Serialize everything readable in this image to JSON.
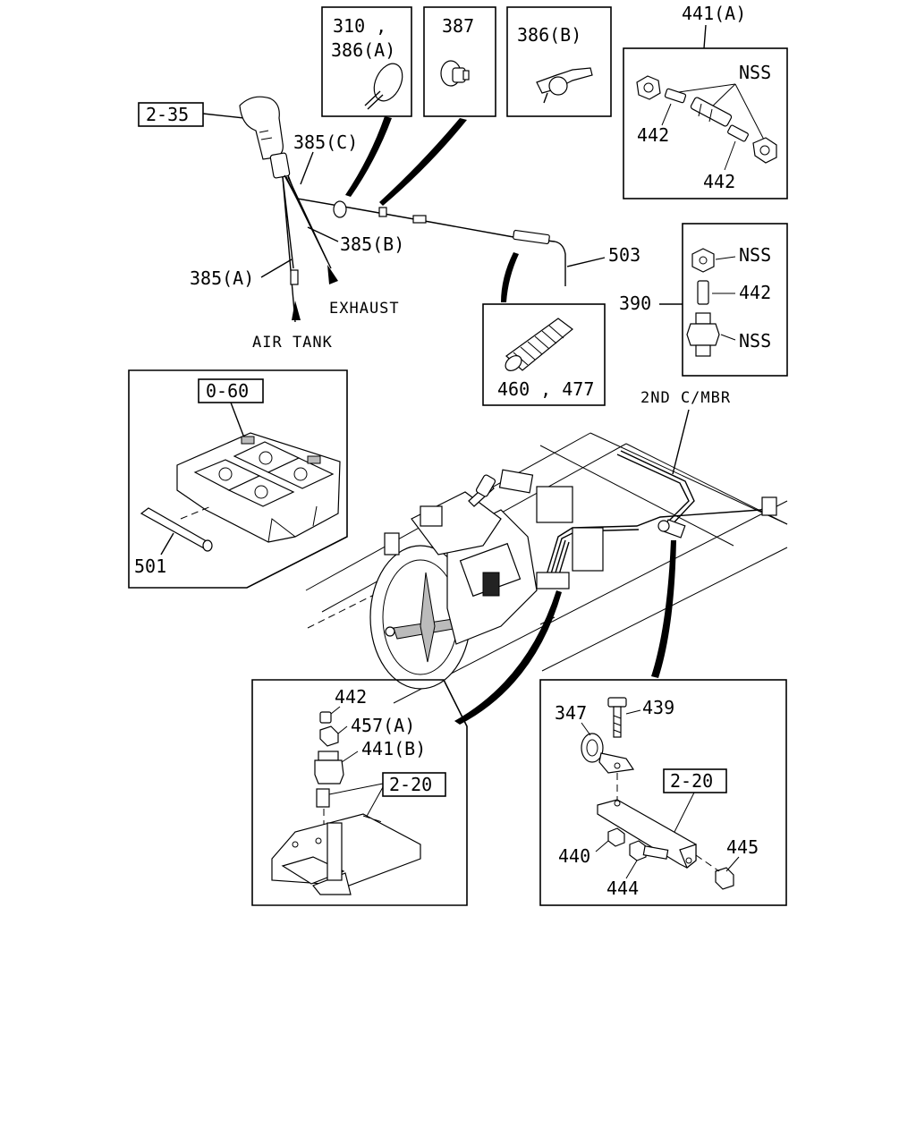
{
  "callouts": {
    "c_310_386a": "310 ,",
    "c_386a": "386(A)",
    "c_387": "387",
    "c_386b": "386(B)",
    "c_441a": "441(A)",
    "c_nss_top": "NSS",
    "c_442_left": "442",
    "c_442_right": "442",
    "c_ref_2_35": "2-35",
    "c_385c": "385(C)",
    "c_385b": "385(B)",
    "c_385a": "385(A)",
    "c_exhaust": "EXHAUST",
    "c_air_tank": "AIR TANK",
    "c_503": "503",
    "c_390": "390",
    "c_nss_390_top": "NSS",
    "c_442_390": "442",
    "c_nss_390_bottom": "NSS",
    "c_460_477": "460 , 477",
    "c_2nd_cmbr": "2ND C/MBR",
    "c_ref_0_60": "0-60",
    "c_501": "501",
    "c_442_detail": "442",
    "c_457a": "457(A)",
    "c_441b": "441(B)",
    "c_ref_2_20_left": "2-20",
    "c_347": "347",
    "c_439": "439",
    "c_ref_2_20_right": "2-20",
    "c_440": "440",
    "c_444": "444",
    "c_445": "445"
  }
}
